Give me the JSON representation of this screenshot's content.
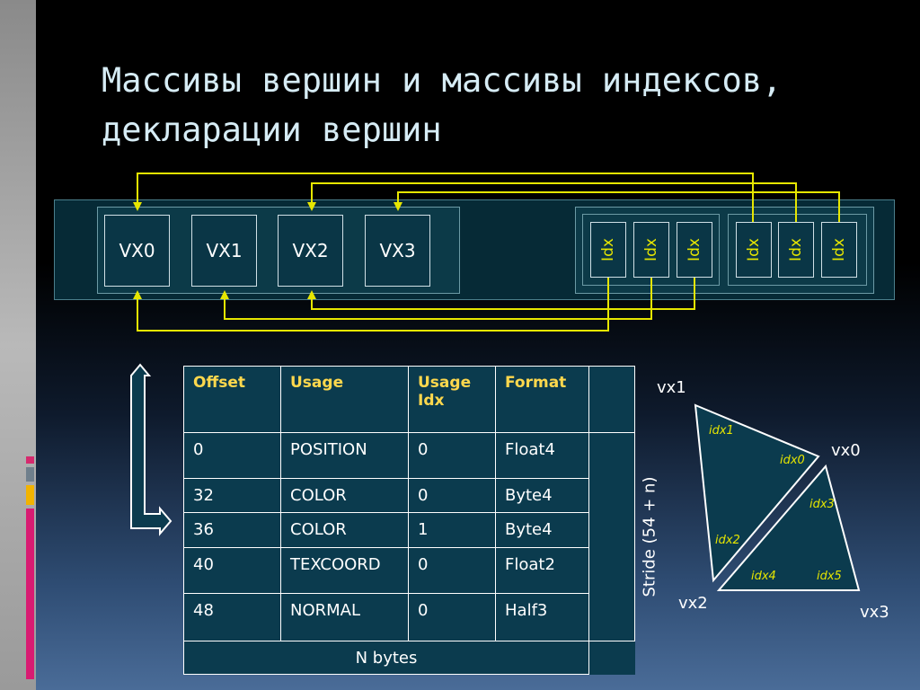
{
  "title": "Массивы вершин и массивы индексов, декларации вершин",
  "vertex_buffer": [
    "VX0",
    "VX1",
    "VX2",
    "VX3"
  ],
  "index_buffer": [
    "Idx",
    "Idx",
    "Idx",
    "Idx",
    "Idx",
    "Idx"
  ],
  "decl_table": {
    "headers": [
      "Offset",
      "Usage",
      "Usage\n Idx",
      "Format"
    ],
    "rows": [
      [
        "0",
        "POSITION",
        "0",
        "Float4"
      ],
      [
        "32",
        "COLOR",
        "0",
        "Byte4"
      ],
      [
        "36",
        "COLOR",
        "1",
        "Byte4"
      ],
      [
        "40",
        "TEXCOORD",
        "0",
        "Float2"
      ],
      [
        "48",
        "NORMAL",
        "0",
        "Half3"
      ]
    ],
    "stride": "Stride (54 + n)",
    "footer": "N bytes"
  },
  "triangles": {
    "vertices": [
      "vx1",
      "vx0",
      "vx2",
      "vx3"
    ],
    "indices": [
      "idx1",
      "idx0",
      "idx3",
      "idx2",
      "idx4",
      "idx5"
    ]
  },
  "colors": {
    "connector": "#e6e600",
    "header_text": "#ffd84d",
    "panel": "#0b3b4e"
  }
}
